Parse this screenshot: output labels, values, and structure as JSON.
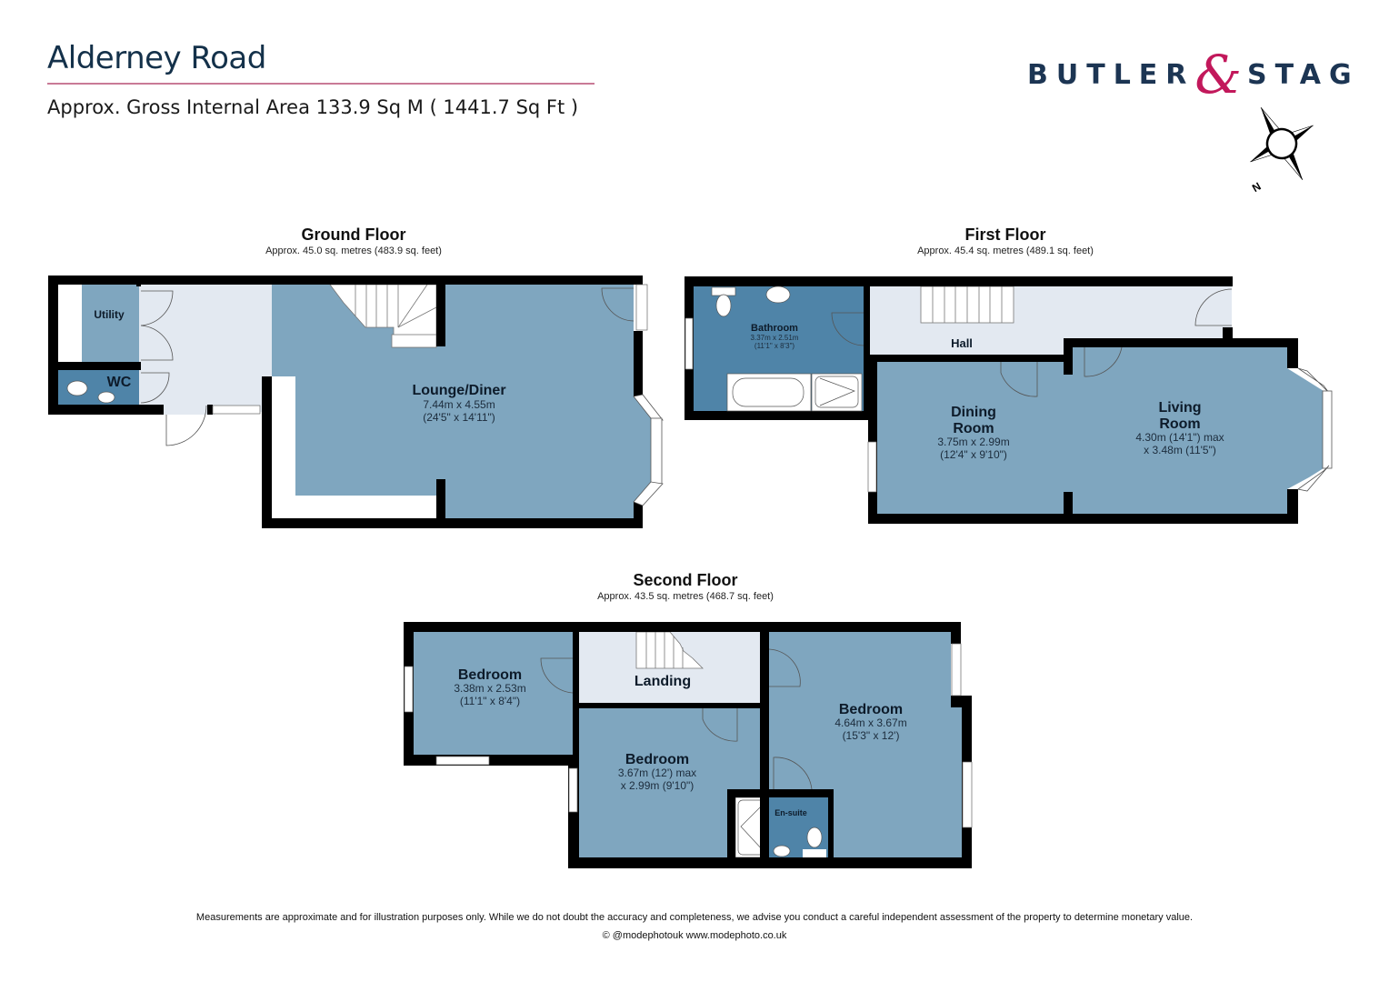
{
  "header": {
    "title": "Alderney Road",
    "subtitle": "Approx. Gross Internal Area 133.9 Sq M ( 1441.7 Sq Ft )"
  },
  "brand": {
    "left_word": "BUTLER",
    "ampersand": "&",
    "right_word": "STAG",
    "navy": "#1c3553",
    "accent": "#c2185b"
  },
  "compass": {
    "label": "N",
    "icon": "compass-rose-icon"
  },
  "colors": {
    "wall": "#000000",
    "room": "#7fa6bf",
    "wet_room": "#4f84a8",
    "circulation": "#e3e9f1",
    "fixture": "#ffffff"
  },
  "floors": [
    {
      "name": "Ground Floor",
      "area": "Approx. 45.0 sq. metres (483.9 sq. feet)",
      "rooms": [
        {
          "name": "Utility",
          "dimensions": "",
          "dimensions_imperial": ""
        },
        {
          "name": "WC",
          "dimensions": "",
          "dimensions_imperial": ""
        },
        {
          "name": "Lounge/Diner",
          "dimensions": "7.44m x 4.55m",
          "dimensions_imperial": "(24'5\" x 14'11\")"
        }
      ]
    },
    {
      "name": "First Floor",
      "area": "Approx. 45.4 sq. metres (489.1 sq. feet)",
      "rooms": [
        {
          "name": "Bathroom",
          "dimensions": "3.37m x 2.51m",
          "dimensions_imperial": "(11'1\" x 8'3\")"
        },
        {
          "name": "Hall",
          "dimensions": "",
          "dimensions_imperial": ""
        },
        {
          "name_line1": "Dining",
          "name_line2": "Room",
          "dimensions": "3.75m x 2.99m",
          "dimensions_imperial": "(12'4\" x 9'10\")"
        },
        {
          "name_line1": "Living",
          "name_line2": "Room",
          "dimensions": "4.30m (14'1\") max",
          "dimensions_imperial": "x 3.48m (11'5\")"
        }
      ]
    },
    {
      "name": "Second Floor",
      "area": "Approx. 43.5 sq. metres (468.7 sq. feet)",
      "rooms": [
        {
          "name": "Bedroom",
          "dimensions": "3.38m x 2.53m",
          "dimensions_imperial": "(11'1\" x 8'4\")"
        },
        {
          "name": "Landing",
          "dimensions": "",
          "dimensions_imperial": ""
        },
        {
          "name": "Bedroom",
          "dimensions": "3.67m (12') max",
          "dimensions_imperial": "x 2.99m (9'10\")"
        },
        {
          "name": "Bedroom",
          "dimensions": "4.64m x 3.67m",
          "dimensions_imperial": "(15'3\" x 12')"
        },
        {
          "name": "En-suite",
          "dimensions": "",
          "dimensions_imperial": ""
        }
      ]
    }
  ],
  "footer": {
    "disclaimer": "Measurements are approximate and for illustration purposes only.  While we do not doubt the accuracy and completeness, we advise you conduct a careful independent assessment of the property to determine monetary value.",
    "credit": "© @modephotouk www.modephoto.co.uk"
  }
}
